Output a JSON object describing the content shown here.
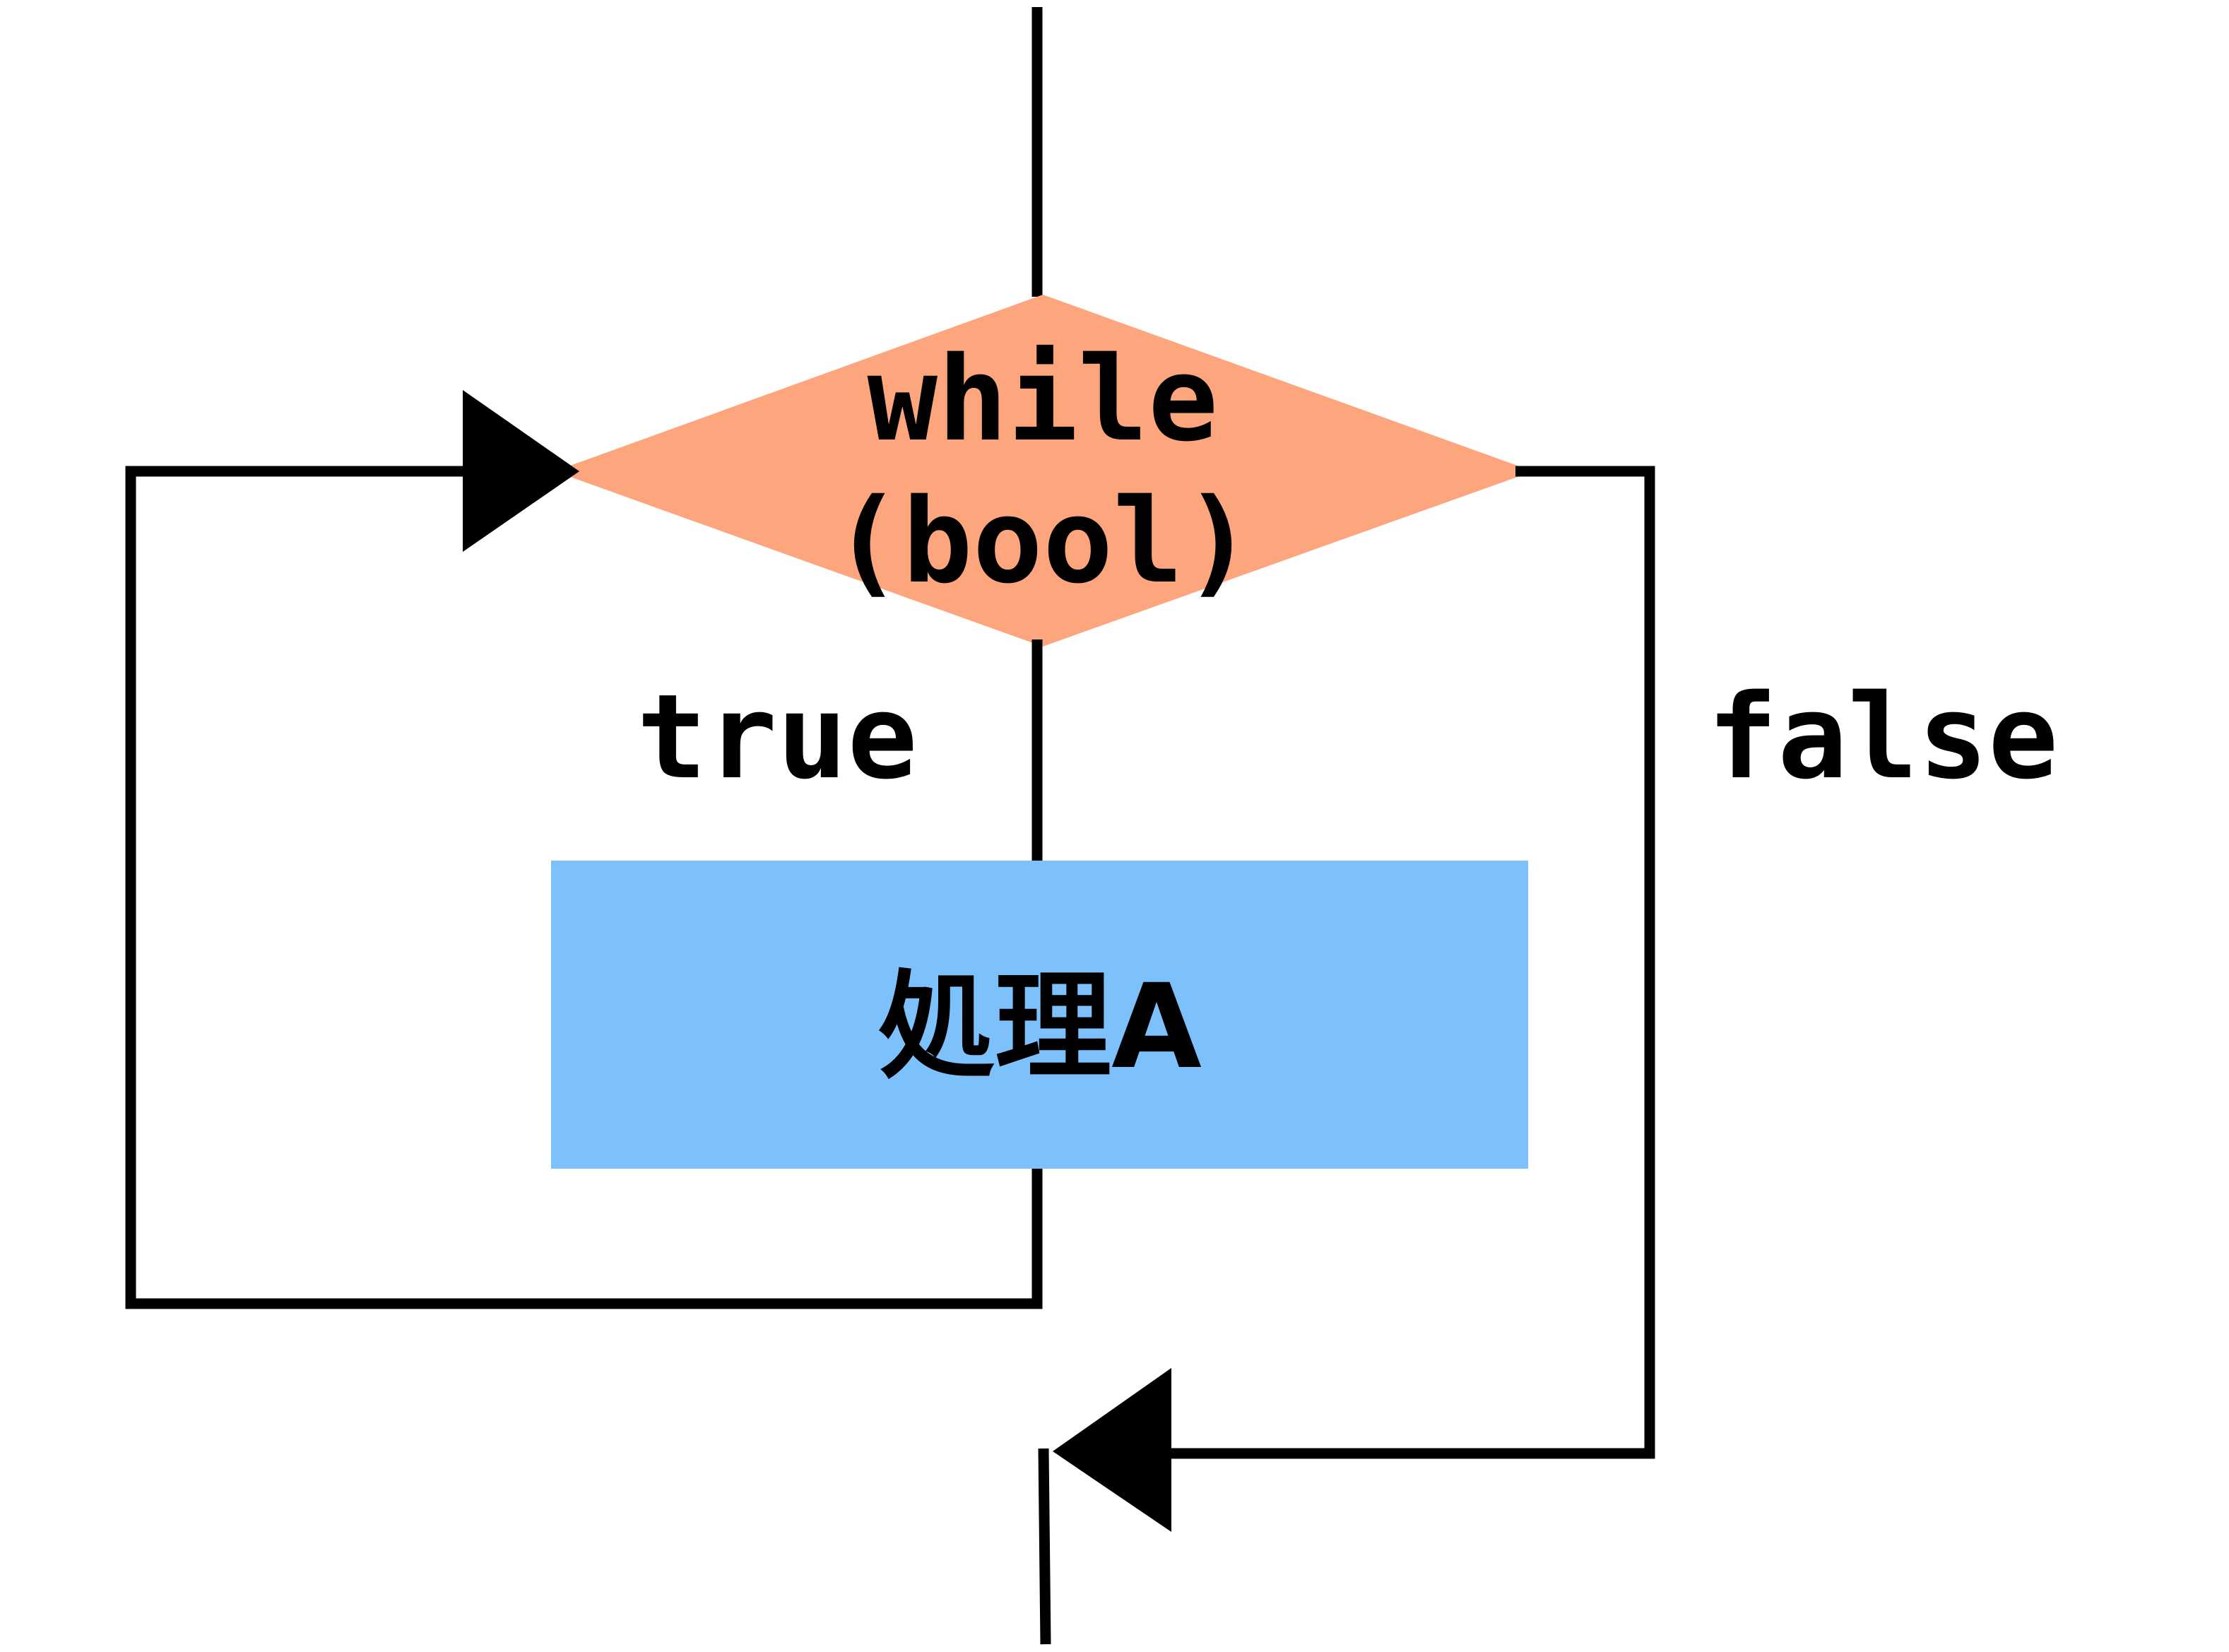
{
  "diagram": {
    "condition": {
      "line1": "while",
      "line2": "(bool)",
      "fill": "#FDA67E"
    },
    "process": {
      "label": "処理A",
      "fill": "#7DC1FC"
    },
    "branches": {
      "true_label": "true",
      "false_label": "false"
    },
    "line_color": "#000000"
  }
}
